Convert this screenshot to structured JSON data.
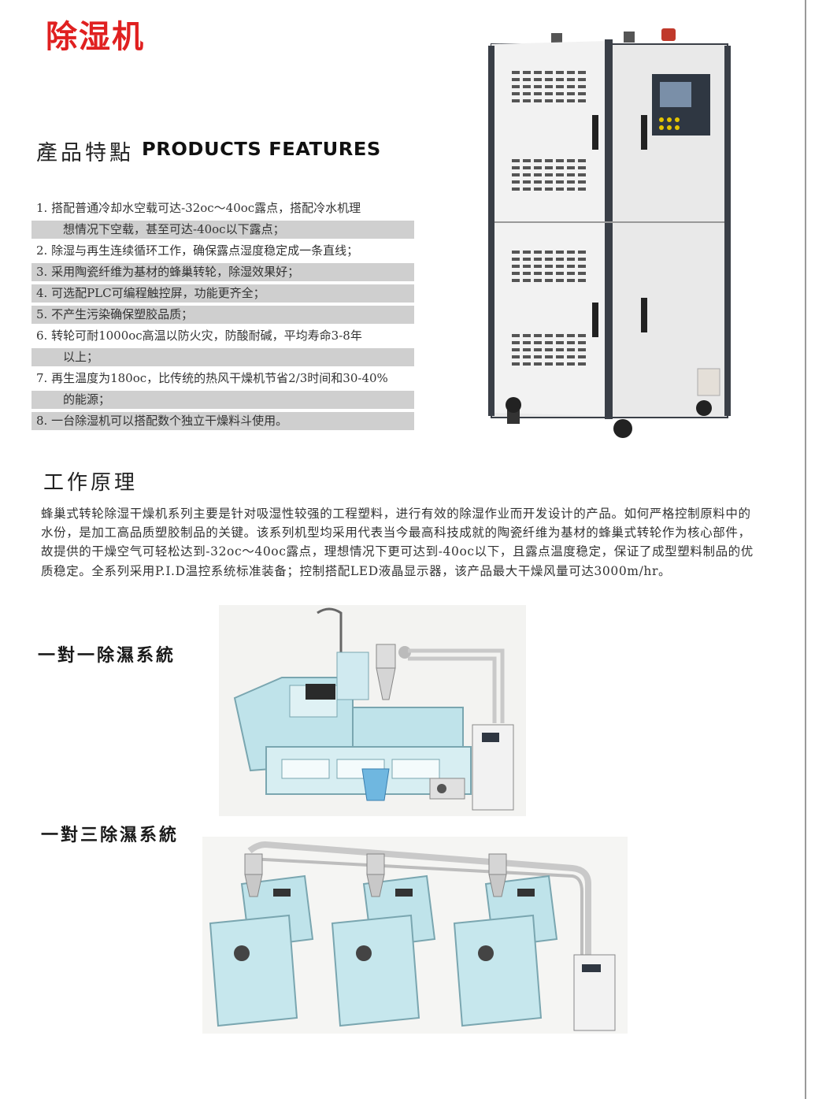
{
  "page": {
    "title": "除湿机",
    "accent_color": "#e02020"
  },
  "features": {
    "title_cn": "產品特點",
    "title_en": "PRODUCTS FEATURES",
    "lines": [
      "1. 搭配普通冷却水空载可达-32oc～40oc露点，搭配冷水机理",
      "想情况下空载，甚至可达-40oc以下露点；",
      "2. 除湿与再生连续循环工作，确保露点湿度稳定成一条直线；",
      "3. 采用陶瓷纤维为基材的蜂巢转轮，除湿效果好；",
      "4. 可选配PLC可编程触控屏，功能更齐全；",
      "5. 不产生污染确保塑胶品质；",
      "6. 转轮可耐1000oc高温以防火灾，防酸耐碱，平均寿命3-8年",
      "以上；",
      "7. 再生温度为180oc，比传统的热风干燥机节省2/3时间和30-40%",
      "的能源；",
      "8. 一台除湿机可以搭配数个独立干燥料斗使用。"
    ]
  },
  "principle": {
    "title": "工作原理",
    "paragraph": "蜂巢式转轮除湿干燥机系列主要是针对吸湿性较强的工程塑料，进行有效的除湿作业而开发设计的产品。如何严格控制原料中的水份，是加工高品质塑胶制品的关键。该系列机型均采用代表当今最高科技成就的陶瓷纤维为基材的蜂巢式转轮作为核心部件，故提供的干燥空气可轻松达到-32oc～40oc露点，理想情况下更可达到-40oc以下，且露点温度稳定，保证了成型塑料制品的优质稳定。全系列采用P.I.D温控系统标准装备；控制搭配LED液晶显示器，该产品最大干燥风量可达3000m/hr。"
  },
  "systems": {
    "one_to_one": "一對一除濕系統",
    "one_to_three": "一對三除濕系統"
  },
  "illustration_colors": {
    "machine_body": "#f0f0f0",
    "frame": "#3a3f47",
    "molding_machine": "#bfe3ea",
    "pipe": "#c9c9c9"
  }
}
